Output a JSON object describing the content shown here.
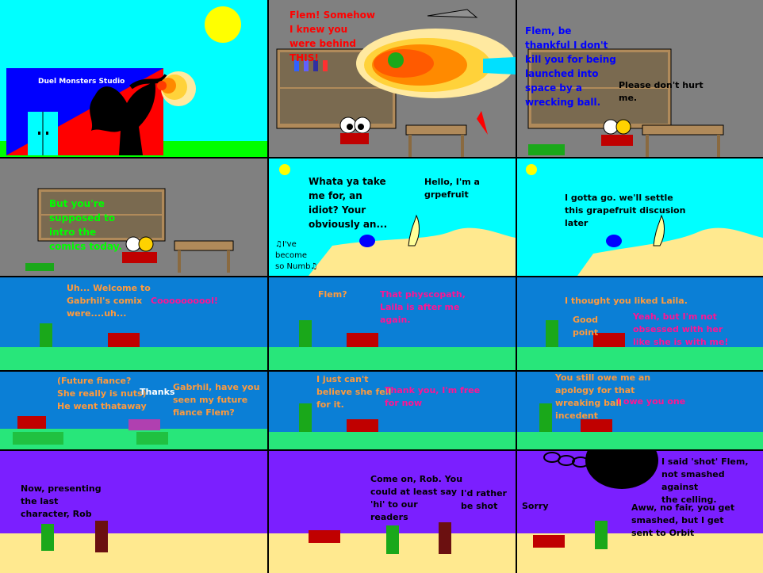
{
  "colors": {
    "sky": "#00ffff",
    "grass": "#00ff00",
    "gray": "#808080",
    "blue_bg": "#0b7fd6",
    "green_floor": "#28e67a",
    "purple_bg": "#7b1fff",
    "sand": "#ffe98f",
    "red_text": "#ff0000",
    "blue_text": "#0000ff",
    "green_text": "#00ff00",
    "pink_text": "#ff1493",
    "orange_text": "#ff9a3c",
    "white_text": "#ffffff"
  },
  "panels": {
    "p1": {
      "studio_sign": "Duel Monsters Studio"
    },
    "p2": {
      "speech": "Flem! Somehow\nI knew you\nwere behind\nTHIS!"
    },
    "p3": {
      "speech1": "Flem, be\nthankful I don't\nkill you for being\nlaunched into\nspace by a\nwrecking ball.",
      "speech2": "Please don't hurt\nme."
    },
    "p4": {
      "speech": "But you're\nsupposed to\nintro the\ncomics today."
    },
    "p5": {
      "speech1": "Whata ya take\nme for, an\nidiot? Your\nobviously an...",
      "speech2": "Hello, I'm a\ngrpefruit",
      "song": "♫I've\nbecome\nso Numb♫"
    },
    "p6": {
      "speech": "I gotta go.  we'll settle\nthis grapefruit discusion\nlater"
    },
    "p7": {
      "speech1": "Uh... Welcome to\nGabrhil's comix\nwere....uh...",
      "speech2": "Coooooooool!"
    },
    "p8": {
      "speech1": "Flem?",
      "speech2": "That physcopath,\nLaila is after me\nagain."
    },
    "p9": {
      "speech1": "I thought you liked Laila.",
      "speech2": "Good\npoint",
      "speech3": "Yeah, but I'm not\nobsessed with her\nlike she is with me!"
    },
    "p10": {
      "speech1": "(Future fiance?\nShe really is nuts)\nHe went thataway",
      "speech2": "Thanks",
      "speech3": "Gabrhil, have you\nseen my future\nfiance Flem?"
    },
    "p11": {
      "speech1": "I just can't\nbelieve she fell\nfor it.",
      "speech2": "Thank you, I'm free\nfor now"
    },
    "p12": {
      "speech1": "You still owe me an\napology for that\nwreaking ball",
      "speech2": "incedent",
      "speech3": "I owe you one"
    },
    "p13": {
      "speech": "Now, presenting\nthe last\ncharacter, Rob"
    },
    "p14": {
      "speech1": "Come on, Rob. You\ncould at least say\n'hi' to our\nreaders",
      "speech2": "I'd rather\nbe shot"
    },
    "p15": {
      "speech1": "I said 'shot' Flem,\nnot smashed against\nthe celling.",
      "speech2": "Sorry",
      "speech3": "Aww, no fair, you get\nsmashed, but I get\nsent to Orbit"
    }
  }
}
